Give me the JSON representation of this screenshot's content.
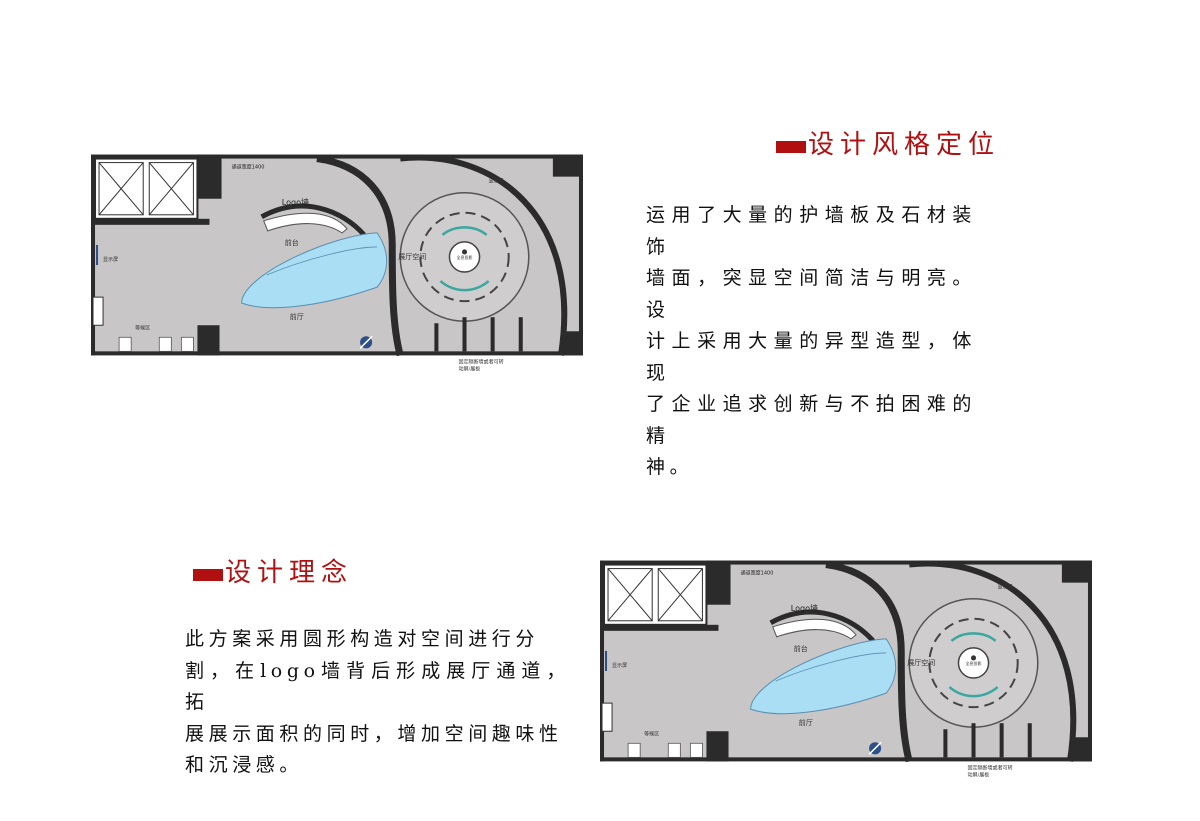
{
  "section1": {
    "title": "设计风格定位",
    "lines": [
      "运用了大量的护墙板及石材装饰",
      "墙面，突显空间简洁与明亮。设",
      "计上采用大量的异型造型，体现",
      "了企业追求创新与不拍困难的精",
      "神。"
    ]
  },
  "section2": {
    "title": "设计理念",
    "lines": [
      "此方案采用圆形构造对空间进行分",
      "割，在logo墙背后形成展厅通道，拓",
      "展展示面积的同时，增加空间趣味性",
      "和沉浸感。"
    ]
  },
  "plan": {
    "corridor_width": "通道宽度1400",
    "logo_wall": "Logo墙",
    "front_desk": "前台",
    "lobby": "前厅",
    "exhibition_space": "展厅空间",
    "screen_top": "显示屏",
    "screen_left": "显示屏",
    "projection": "全息投影",
    "waiting_area": "等候区",
    "note_line1": "固定隔断墙或者可转",
    "note_line2": "动屏/展板"
  },
  "colors": {
    "accent": "#b01010",
    "floor": "#c8c6c7",
    "wall": "#2b2b2b",
    "water": "#a9def5"
  }
}
